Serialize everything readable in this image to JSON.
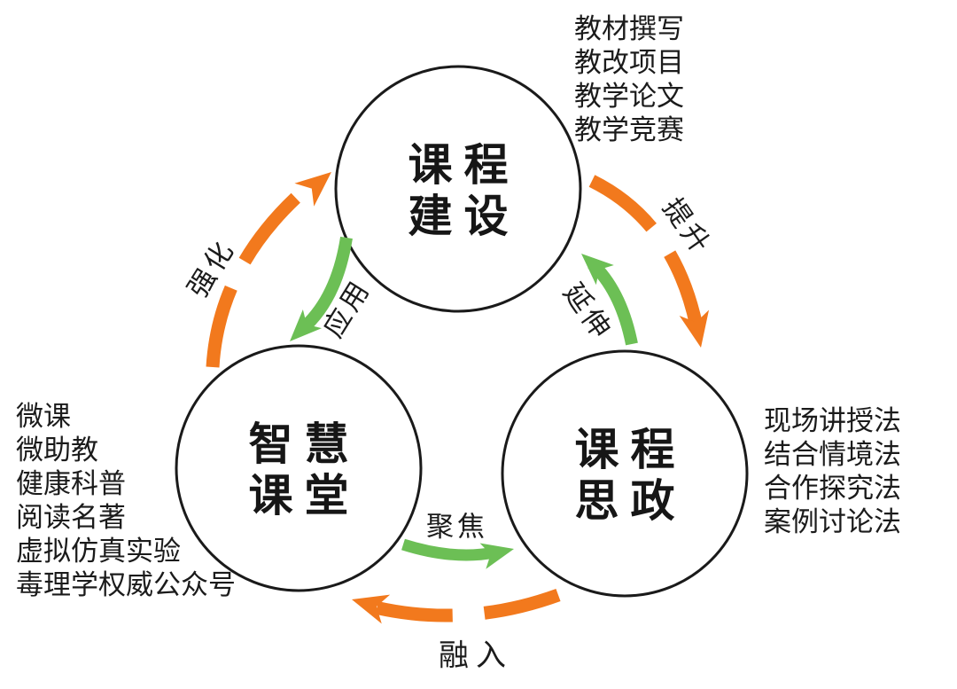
{
  "colors": {
    "orange": "#f2791d",
    "green": "#6cbf55",
    "ink": "#1a1a1a",
    "background": "#ffffff"
  },
  "nodes": {
    "top": {
      "line1": "课程",
      "line2": "建设"
    },
    "left": {
      "line1": "智慧",
      "line2": "课堂"
    },
    "right": {
      "line1": "课程",
      "line2": "思政"
    }
  },
  "arrows": {
    "qianghua": {
      "label": "强化",
      "from": "智慧课堂",
      "to": "课程建设",
      "style": "dashed-orange"
    },
    "yingyong": {
      "label": "应用",
      "from": "课程建设",
      "to": "智慧课堂",
      "style": "solid-green"
    },
    "tisheng": {
      "label": "提升",
      "from": "课程建设",
      "to": "课程思政",
      "style": "dashed-orange"
    },
    "yanshen": {
      "label": "延伸",
      "from": "课程思政",
      "to": "课程建设",
      "style": "solid-green"
    },
    "jujiao": {
      "label": "聚焦",
      "from": "智慧课堂",
      "to": "课程思政",
      "style": "solid-green"
    },
    "rongru": {
      "label": "融入",
      "from": "课程思政",
      "to": "智慧课堂",
      "style": "dashed-orange"
    }
  },
  "lists": {
    "top_right": {
      "items": [
        "教材撰写",
        "教改项目",
        "教学论文",
        "教学竞赛"
      ]
    },
    "left": {
      "items": [
        "微课",
        "微助教",
        "健康科普",
        "阅读名著",
        "虚拟仿真实验",
        "毒理学权威公众号"
      ]
    },
    "right": {
      "items": [
        "现场讲授法",
        "结合情境法",
        "合作探究法",
        "案例讨论法"
      ]
    }
  }
}
